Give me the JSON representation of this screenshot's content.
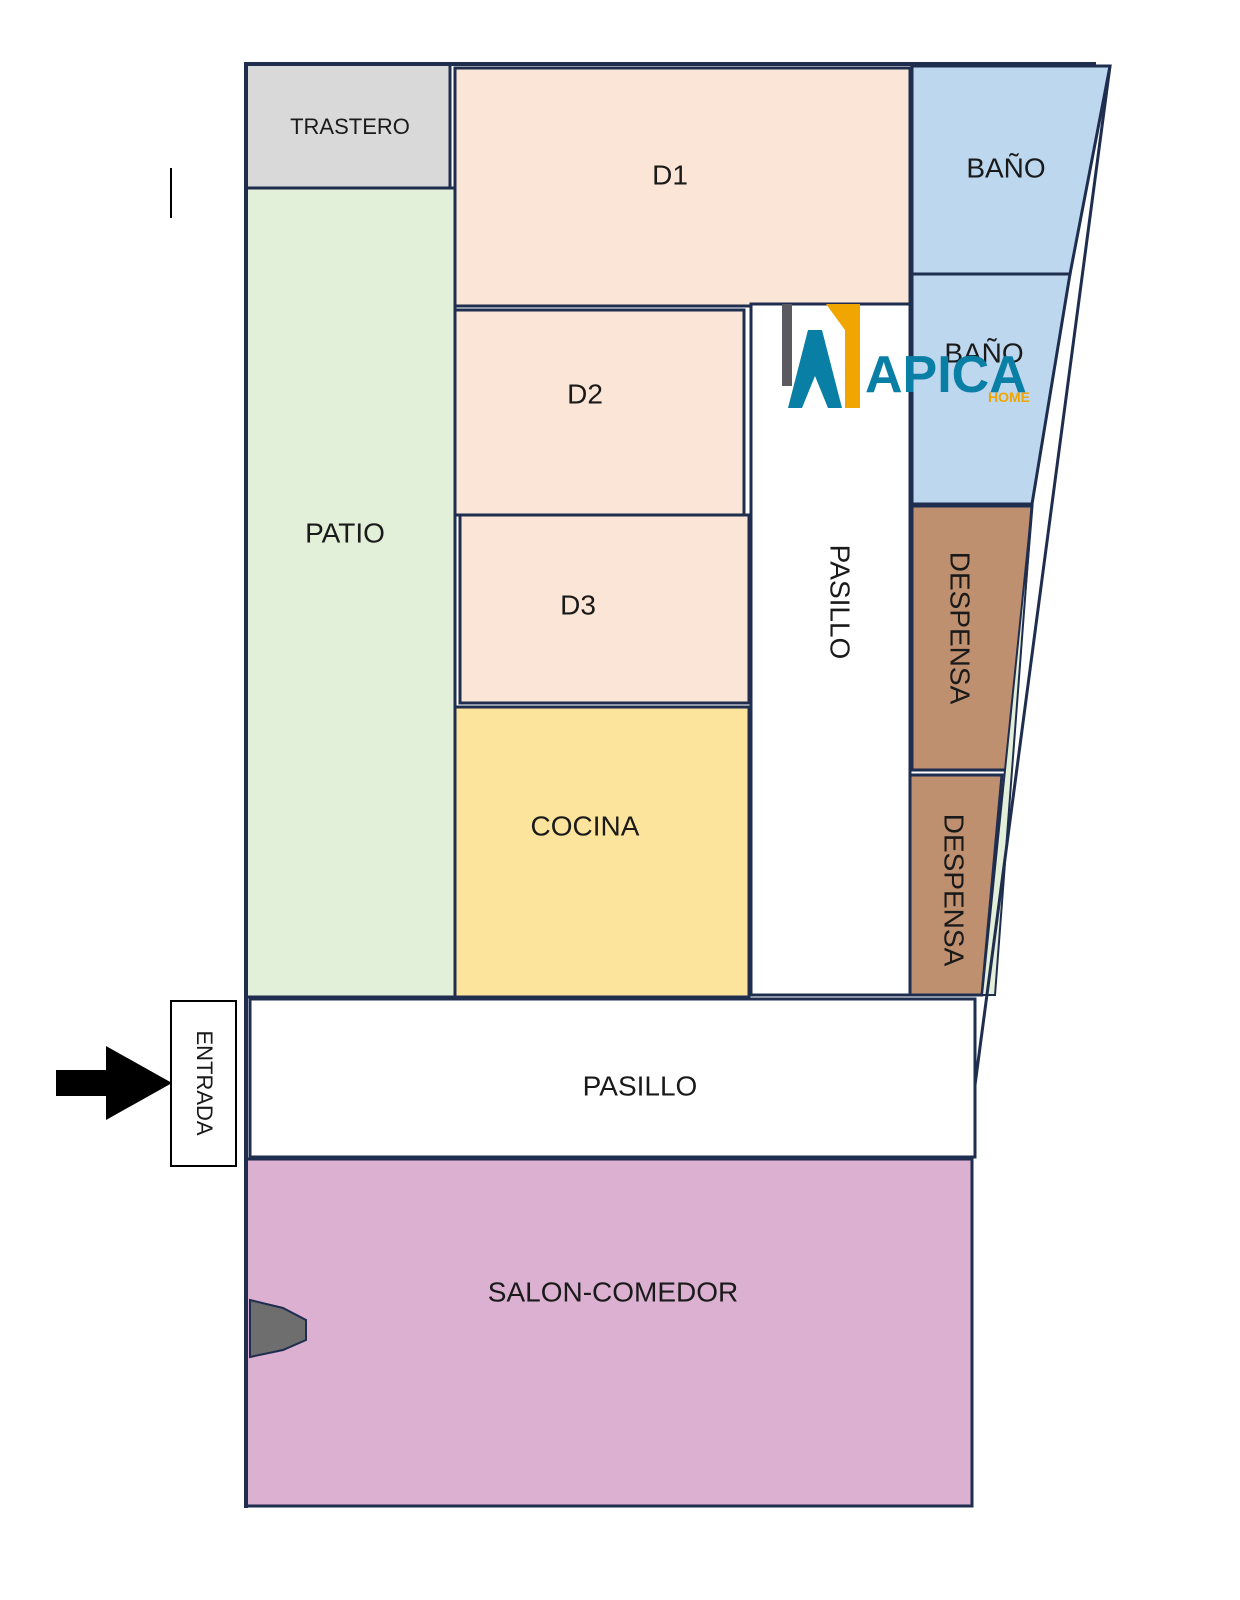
{
  "rooms": {
    "trastero": {
      "label": "TRASTERO",
      "color": "#d9d9d9"
    },
    "d1": {
      "label": "D1",
      "color": "#fbe5d6"
    },
    "bano_1": {
      "label": "BAÑO",
      "color": "#bdd7ee"
    },
    "bano_2": {
      "label": "BAÑO",
      "color": "#bdd7ee"
    },
    "patio": {
      "label": "PATIO",
      "color": "#e2efd9"
    },
    "d2": {
      "label": "D2",
      "color": "#fbe5d6"
    },
    "d3": {
      "label": "D3",
      "color": "#fbe5d6"
    },
    "pasillo_vertical": {
      "label": "PASILLO",
      "color": "#ffffff"
    },
    "despensa_1": {
      "label": "DESPENSA",
      "color": "#bf9070"
    },
    "despensa_2": {
      "label": "DESPENSA",
      "color": "#bf9070"
    },
    "cocina": {
      "label": "COCINA",
      "color": "#fde49c"
    },
    "pasillo_horizontal": {
      "label": "PASILLO",
      "color": "#ffffff"
    },
    "salon_comedor": {
      "label": "SALON-COMEDOR",
      "color": "#dbb0d0"
    }
  },
  "entrance": {
    "label": "ENTRADA"
  },
  "logo": {
    "name": "APICA",
    "sub": "HOME",
    "color_primary": "#0a7fa6",
    "color_accent": "#f0a500",
    "color_dark": "#5a5a60"
  },
  "colors": {
    "wall": "#1f2d4f",
    "arrow": "#000000",
    "fireplace": "#6e6e6e"
  }
}
